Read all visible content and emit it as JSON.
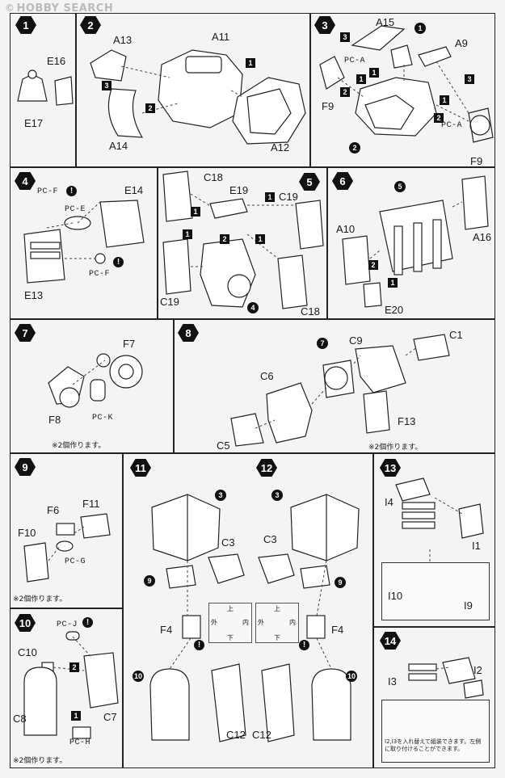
{
  "watermark": {
    "text": "HOBBY SEARCH",
    "copy": "©"
  },
  "steps": [
    {
      "num": "1",
      "parts": [
        "E16",
        "E17"
      ]
    },
    {
      "num": "2",
      "parts": [
        "A13",
        "A11",
        "A14",
        "A12"
      ]
    },
    {
      "num": "3",
      "parts": [
        "A15",
        "A9",
        "F9",
        "F9"
      ],
      "pc": [
        "PC-A",
        "PC-A"
      ]
    },
    {
      "num": "4",
      "parts": [
        "E14",
        "E13"
      ],
      "pc": [
        "PC-F",
        "PC-E",
        "PC-F"
      ]
    },
    {
      "num": "5",
      "parts": [
        "C18",
        "E19",
        "C19",
        "C19",
        "C18"
      ]
    },
    {
      "num": "6",
      "parts": [
        "A10",
        "A16",
        "E20"
      ]
    },
    {
      "num": "7",
      "parts": [
        "F7",
        "F8"
      ],
      "pc": [
        "PC-K"
      ],
      "note": "※2個作ります。"
    },
    {
      "num": "8",
      "parts": [
        "C9",
        "C1",
        "C6",
        "F13",
        "C5"
      ],
      "note": "※2個作ります。"
    },
    {
      "num": "9",
      "parts": [
        "F6",
        "F11",
        "F10"
      ],
      "pc": [
        "PC-G"
      ],
      "note": "※2個作ります。"
    },
    {
      "num": "10",
      "parts": [
        "C10",
        "C8",
        "C7"
      ],
      "pc": [
        "PC-J",
        "PC-H"
      ],
      "note": "※2個作ります。"
    },
    {
      "num": "11",
      "parts": [
        "C3",
        "F4",
        "C12"
      ],
      "dial": {
        "up": "上",
        "down": "下",
        "left": "外",
        "right": "内"
      }
    },
    {
      "num": "12",
      "parts": [
        "C3",
        "F4",
        "C12"
      ],
      "dial": {
        "up": "上",
        "down": "下",
        "left": "外",
        "right": "内"
      }
    },
    {
      "num": "13",
      "parts": [
        "I4",
        "I1",
        "I10",
        "I9"
      ]
    },
    {
      "num": "14",
      "parts": [
        "I3",
        "I2"
      ],
      "note": "I2,I3を入れ替えて組装できます。左側に取り付けることができます。"
    }
  ],
  "sub_numbers": [
    "1",
    "2",
    "3"
  ],
  "icons": {
    "warning": "exclamation-icon",
    "step": "hexagon-step-badge"
  }
}
